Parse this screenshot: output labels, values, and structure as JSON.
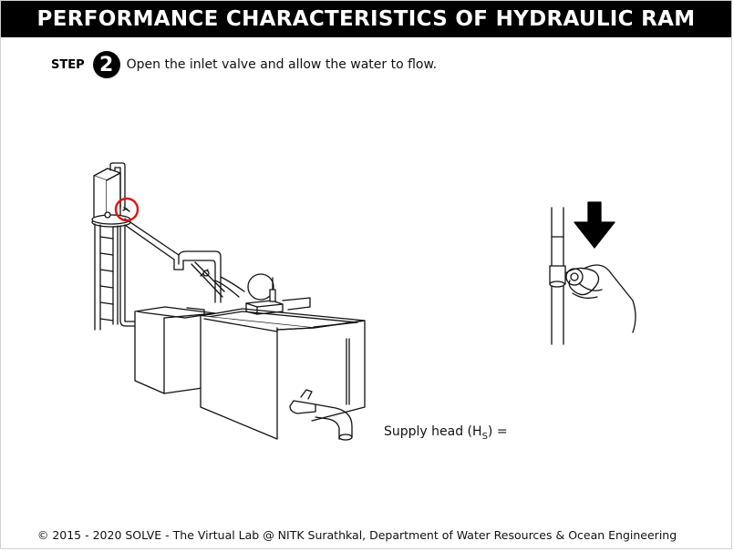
{
  "header": {
    "title": "PERFORMANCE CHARACTERISTICS OF HYDRAULIC RAM"
  },
  "step": {
    "label": "STEP",
    "number": "2",
    "instruction": "Open the inlet valve and allow the water to flow."
  },
  "supply_head": {
    "label_prefix": "Supply head (H",
    "label_subscript": "S",
    "label_suffix": ") ="
  },
  "footer": {
    "copyright": "© 2015 - 2020 SOLVE - The Virtual Lab @ NITK Surathkal, Department of Water Resources & Ocean Engineering"
  },
  "colors": {
    "highlight": "#e01414",
    "ink": "#111111",
    "title_bg": "#000000"
  },
  "icons": [
    "inlet-valve-highlight-icon",
    "down-arrow-icon",
    "hand-icon"
  ]
}
